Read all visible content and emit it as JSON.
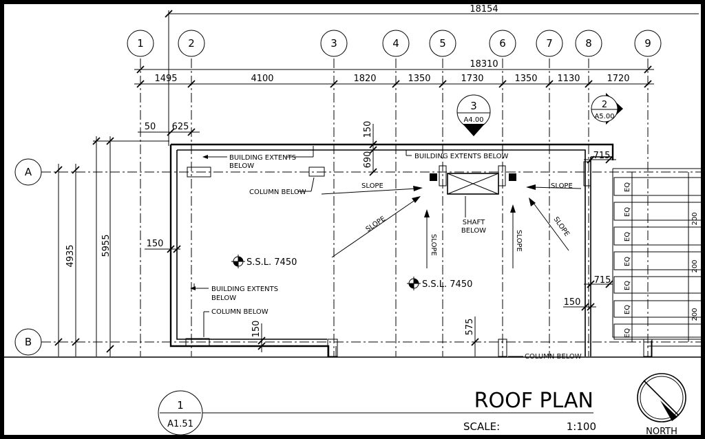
{
  "title": "ROOF PLAN",
  "scale_label": "SCALE:",
  "scale_value": "1:100",
  "north_label": "NORTH",
  "view_marker": {
    "number": "1",
    "sheet": "A1.51"
  },
  "section_marker": {
    "number": "3",
    "sheet": "A4.00"
  },
  "elevation_marker": {
    "number": "2",
    "sheet": "A5.00"
  },
  "grid_columns": [
    "1",
    "2",
    "3",
    "4",
    "5",
    "6",
    "7",
    "8",
    "9"
  ],
  "grid_rows": [
    "A",
    "B"
  ],
  "dimensions": {
    "overall_top": "18154",
    "overall_second": "18310",
    "bays": [
      "1495",
      "4100",
      "1820",
      "1350",
      "1730",
      "1350",
      "1130",
      "1720"
    ],
    "d50": "50",
    "d625": "625",
    "d150_top": "150",
    "d690": "690",
    "d715_top": "715",
    "d4935": "4935",
    "d5955": "5955",
    "d150_left": "150",
    "d715_right": "715",
    "d150_right": "150",
    "d150_bottom": "150",
    "d575": "575",
    "eq": [
      "EQ",
      "EQ",
      "EQ",
      "EQ",
      "EQ",
      "EQ",
      "EQ"
    ],
    "d200": [
      "200",
      "200",
      "200"
    ]
  },
  "notes": {
    "building_extents_1a": "BUILDING EXTENTS",
    "building_extents_1b": "BELOW",
    "building_extents_2": "BUILDING EXTENTS BELOW",
    "column_below_1": "COLUMN BELOW",
    "building_extents_3a": "BUILDING EXTENTS",
    "building_extents_3b": "BELOW",
    "column_below_2": "COLUMN BELOW",
    "column_below_3": "COLUMN BELOW",
    "shaft_a": "SHAFT",
    "shaft_b": "BELOW",
    "slope_1": "SLOPE",
    "slope_2": "SLOPE",
    "slope_3": "SLOPE",
    "slope_4": "SLOPE",
    "slope_5": "SLOPE",
    "slope_6": "SLOPE"
  },
  "levels": [
    "S.S.L. 7450",
    "S.S.L. 7450"
  ]
}
